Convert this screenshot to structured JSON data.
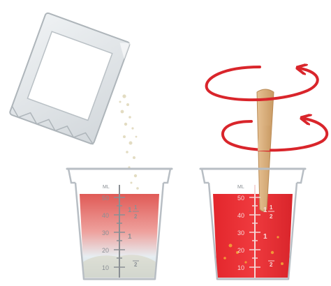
{
  "colors": {
    "liquid_light": "#e8807a",
    "liquid_strong": "#e02a2f",
    "powder": "#e3dcc2",
    "stir_arrows": "#d9252b",
    "stick": "#d9b07f",
    "cup_outline": "#b8bec4",
    "measure_marks": "#8a8f94"
  },
  "icons": {
    "packet": "powder-packet-icon",
    "stirring": "rotation-arrows-icon",
    "stick": "stir-stick-icon"
  },
  "cups": [
    {
      "unit": "ML",
      "labels": [
        "50",
        "40",
        "30",
        "20",
        "10"
      ],
      "fractions": [
        "1",
        "1",
        "2",
        "1",
        "2"
      ]
    },
    {
      "unit": "ML",
      "labels": [
        "50",
        "40",
        "30",
        "20",
        "10"
      ],
      "fractions": [
        "1",
        "1",
        "2",
        "1",
        "2"
      ]
    }
  ]
}
